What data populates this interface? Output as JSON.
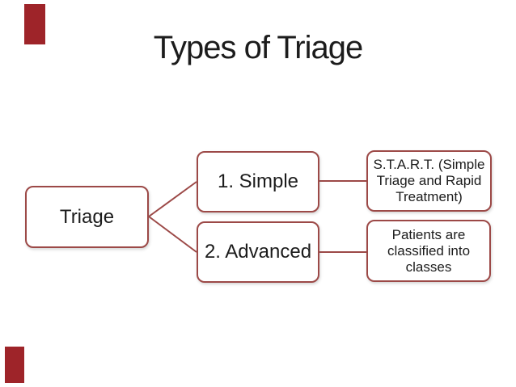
{
  "theme": {
    "background": "#ffffff",
    "accent_border": "#9c4947",
    "text_color": "#1c1c1c",
    "corner_mark_color": "#9e2429"
  },
  "slide": {
    "title": "Types of Triage"
  },
  "diagram": {
    "root": {
      "label": "Triage"
    },
    "branches": [
      {
        "label": "1. Simple",
        "detail": "S.T.A.R.T. (Simple Triage and Rapid Treatment)"
      },
      {
        "label": "2. Advanced",
        "detail": "Patients are classified into classes"
      }
    ]
  }
}
